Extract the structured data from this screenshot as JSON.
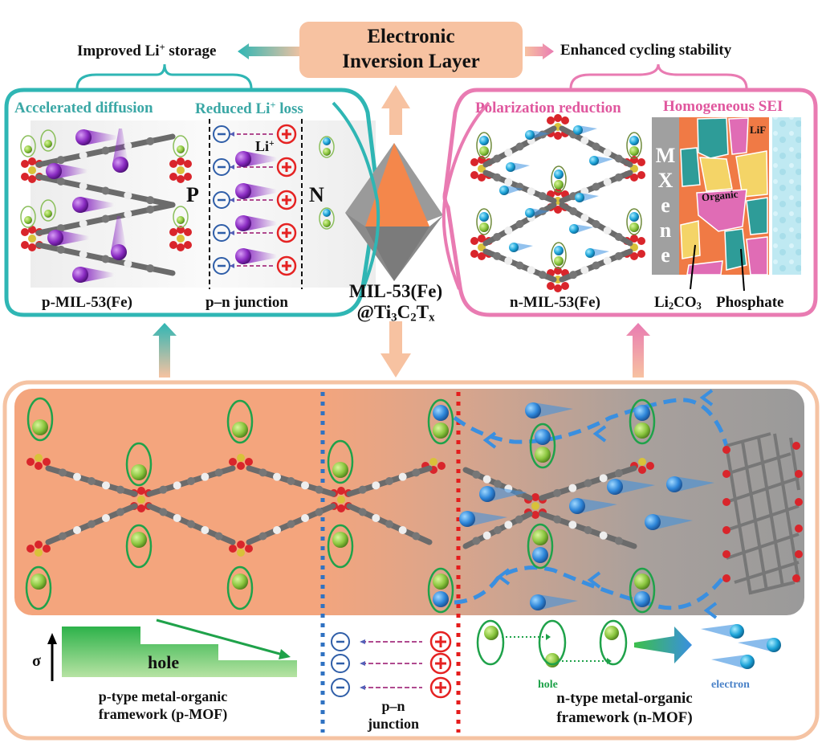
{
  "header": {
    "center_box": {
      "line1": "Electronic",
      "line2": "Inversion Layer",
      "fill": "#F7C2A1"
    },
    "left_benefit": {
      "pre": "Improved Li",
      "sup": "+",
      "post": " storage"
    },
    "right_benefit": "Enhanced cycling stability"
  },
  "left_panel": {
    "border_color": "#2FB6B4",
    "title_left": "Accelerated diffusion",
    "title_right": {
      "pre": "Reduced Li",
      "sup": "+",
      "post": " loss"
    },
    "p_label": "P",
    "n_label": "N",
    "li_label": {
      "pre": "Li",
      "sup": "+"
    },
    "minus_symbol": "−",
    "plus_symbol": "+",
    "caption_left": "p-MIL-53(Fe)",
    "caption_right": "p–n junction"
  },
  "center": {
    "line1": "MIL-53(Fe)",
    "line2": {
      "a": "@Ti",
      "s1": "3",
      "b": "C",
      "s2": "2",
      "c": "T",
      "s3": "x"
    },
    "octahedron_top_color": "#F4874B",
    "octahedron_side_color": "#8E8E8E"
  },
  "right_panel": {
    "border_color": "#E97BB2",
    "title_left": "Polarization reduction",
    "title_right": "Homogeneous SEI",
    "mxene_letters": [
      "M",
      "X",
      "e",
      "n",
      "e"
    ],
    "lif_label": "LiF",
    "organic_label": "Organic",
    "caption_left": "n-MIL-53(Fe)",
    "li2co3": {
      "a": "Li",
      "s1": "2",
      "b": "CO",
      "s2": "3"
    },
    "phosphate": "Phosphate"
  },
  "bottom_panel": {
    "border_color": "#F5C3A3",
    "p_region_color": "#F4A57D",
    "n_region_color": "#9C9C9C",
    "sigma_label": "σ",
    "hole_bar_label": "hole",
    "p_caption_line1": "p-type metal-organic",
    "p_caption_line2": "framework (p-MOF)",
    "junction_caption_line1": "p–n",
    "junction_caption_line2": "junction",
    "hole_label": "hole",
    "electron_label": "electron",
    "n_caption_line1": "n-type metal-organic",
    "n_caption_line2": "framework (n-MOF)"
  },
  "colors": {
    "teal": "#2FB6B4",
    "pink": "#E97BB2",
    "peach": "#F7C2A1",
    "hole_green": "#2AA44A",
    "electron_blue": "#3A8FE0",
    "minus_blue": "#2F5EA8",
    "plus_red": "#E52222",
    "li_purple": "#8A2BC2"
  }
}
